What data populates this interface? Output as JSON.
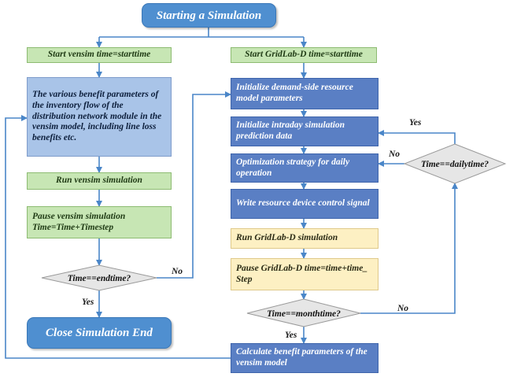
{
  "nodes": {
    "start": "Starting a Simulation",
    "vensim_start": "Start vensim time=starttime",
    "gridlab_start": "Start GridLab-D time=starttime",
    "benefit_params": "The various benefit parameters of the inventory flow of the distribution network module in the vensim model, including line loss benefits etc.",
    "init_demand": "Initialize demand-side resource model parameters",
    "init_intraday": "Initialize intraday simulation prediction data",
    "optimization": "Optimization strategy for daily operation",
    "run_vensim": "Run vensim simulation",
    "write_signal": "Write resource device control signal",
    "pause_vensim": "Pause vensim simulation Time=Time+Timestep",
    "run_gridlab": "Run GridLab-D simulation",
    "pause_gridlab": "Pause GridLab-D time=time+time_ Step",
    "close": "Close Simulation End",
    "calc_benefit": "Calculate benefit parameters of the vensim model"
  },
  "decisions": {
    "endtime": "Time==endtime?",
    "dailytime": "Time==dailytime?",
    "monthtime": "Time==monthtime?"
  },
  "labels": {
    "endtime_no": "No",
    "endtime_yes": "Yes",
    "dailytime_yes": "Yes",
    "dailytime_no": "No",
    "monthtime_no": "No",
    "monthtime_yes": "Yes"
  },
  "colors": {
    "arrow": "#4a86c8",
    "pill": "#4f8fd0",
    "green": "#c7e6b4",
    "blue_light": "#a9c4e8",
    "blue": "#5a7fc4",
    "yellow": "#fdf0c3",
    "decision": "#e6e6e6"
  }
}
